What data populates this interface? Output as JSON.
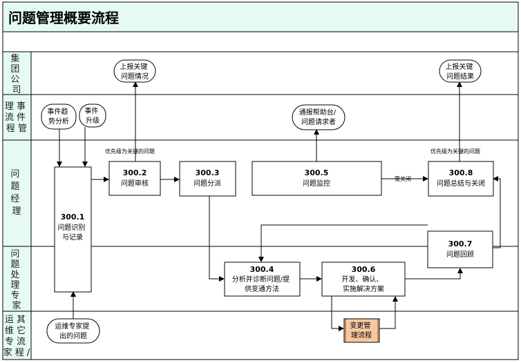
{
  "title": "问题管理概要流程",
  "lanes": [
    {
      "label": [
        "集",
        "团",
        "公",
        "司"
      ]
    },
    {
      "label": [
        "理 事",
        "流 件",
        "程 管"
      ]
    },
    {
      "label": [
        "问",
        "题",
        "经",
        "理"
      ]
    },
    {
      "label": [
        "问",
        "题",
        "处",
        "理",
        "专",
        "家"
      ]
    },
    {
      "label": [
        "运 其",
        "维 它",
        "专 流",
        "家 程 /"
      ]
    }
  ],
  "terminals": {
    "report_key_issue": [
      "上报关键",
      "问题情况"
    ],
    "report_key_result": [
      "上报关键",
      "问题结果"
    ],
    "event_trend": [
      "事件趋",
      "势分析"
    ],
    "event_escalate": [
      "事件",
      "升级"
    ],
    "notify_helpdesk": [
      "通报帮助台/",
      "问题请求者"
    ],
    "ops_expert_issue": [
      "运维专家提",
      "出的问题"
    ]
  },
  "boxes": {
    "b3001": {
      "id": "300.1",
      "text": [
        "问题识别",
        "与记录"
      ]
    },
    "b3002": {
      "id": "300.2",
      "text": [
        "问题审核"
      ]
    },
    "b3003": {
      "id": "300.3",
      "text": [
        "问题分派"
      ]
    },
    "b3005": {
      "id": "300.5",
      "text": [
        "问题监控"
      ]
    },
    "b3008": {
      "id": "300.8",
      "text": [
        "问题总结与关闭"
      ]
    },
    "b3004": {
      "id": "300.4",
      "text": [
        "分析并诊断问题/提",
        "供变通方法"
      ]
    },
    "b3006": {
      "id": "300.6",
      "text": [
        "开发、确认、",
        "实施解决方案"
      ]
    },
    "b3007": {
      "id": "300.7",
      "text": [
        "问题回顾"
      ]
    },
    "change": {
      "text": [
        "变更管",
        "理流程"
      ]
    }
  },
  "labels": {
    "priority_key_1": "优先级为关键的问题",
    "priority_key_2": "优先级为关键的问题",
    "need_close": "需关闭"
  }
}
